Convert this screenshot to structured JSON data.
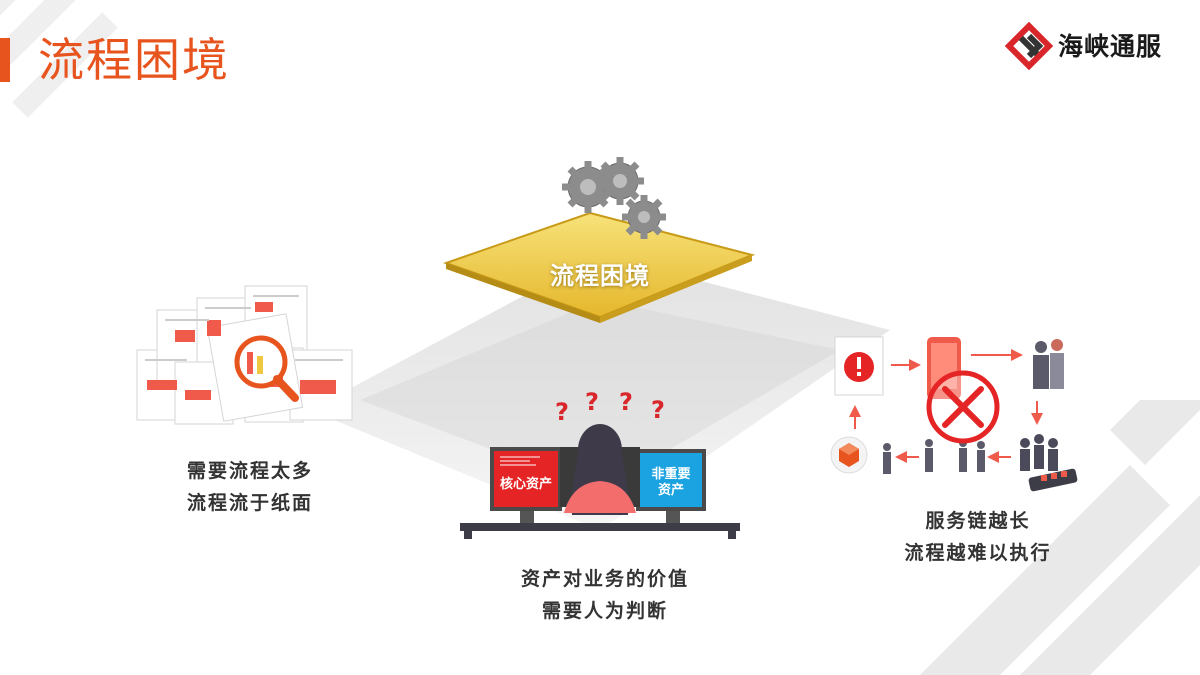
{
  "header": {
    "title": "流程困境",
    "logo_text": "海峡通服"
  },
  "center": {
    "label": "流程困境"
  },
  "left_panel": {
    "line1": "需要流程太多",
    "line2": "流程流于纸面"
  },
  "middle_panel": {
    "core_asset": "核心资产",
    "noncore_line1": "非重要",
    "noncore_line2": "资产",
    "question_marks": [
      "?",
      "?",
      "?",
      "?"
    ],
    "line1": "资产对业务的价值",
    "line2": "需要人为判断"
  },
  "right_panel": {
    "line1": "服务链越长",
    "line2": "流程越难以执行"
  },
  "colors": {
    "accent": "#e8541e",
    "red": "#d8262b",
    "blue": "#1aa3e0",
    "gold": "#f0cf45"
  }
}
